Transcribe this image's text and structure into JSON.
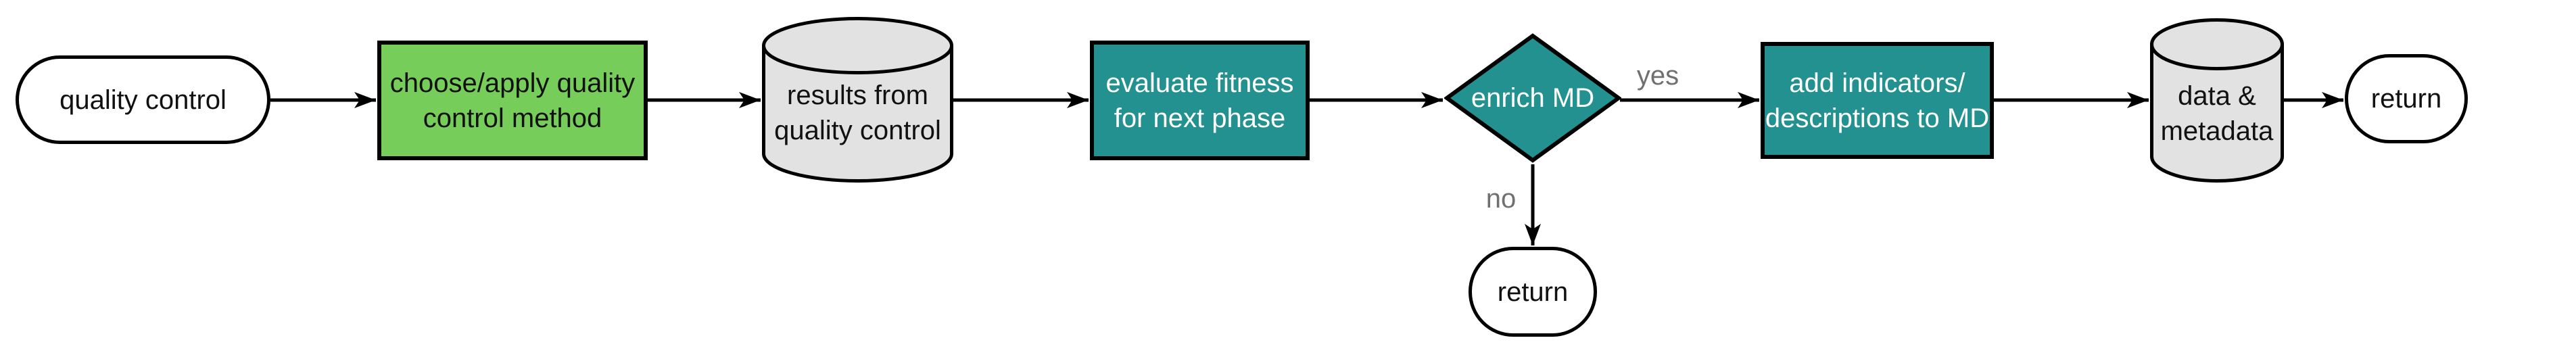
{
  "diagram": {
    "nodes": {
      "start": {
        "type": "terminator",
        "label": "quality control"
      },
      "choose_method": {
        "type": "process",
        "lines": [
          "choose/apply quality",
          "control method"
        ]
      },
      "results_store": {
        "type": "datastore",
        "lines": [
          "results from",
          "quality control"
        ]
      },
      "evaluate": {
        "type": "process",
        "lines": [
          "evaluate fitness",
          "for next phase"
        ]
      },
      "decision": {
        "type": "decision",
        "label": "enrich MD"
      },
      "add_indicators": {
        "type": "process",
        "lines": [
          "add indicators/",
          "descriptions to MD"
        ]
      },
      "data_store": {
        "type": "datastore",
        "lines": [
          "data &",
          "metadata"
        ]
      },
      "return_yes": {
        "type": "terminator",
        "label": "return"
      },
      "return_no": {
        "type": "terminator",
        "label": "return"
      }
    },
    "edge_labels": {
      "yes": "yes",
      "no": "no"
    },
    "colors": {
      "action_green": "#77cd5a",
      "teal": "#23918f",
      "datastore_fill": "#e2e2e2",
      "node_stroke": "#000000",
      "edge_stroke": "#000000",
      "edge_label_text": "#707070",
      "light_text": "#ffffff",
      "dark_text": "#111111"
    }
  }
}
